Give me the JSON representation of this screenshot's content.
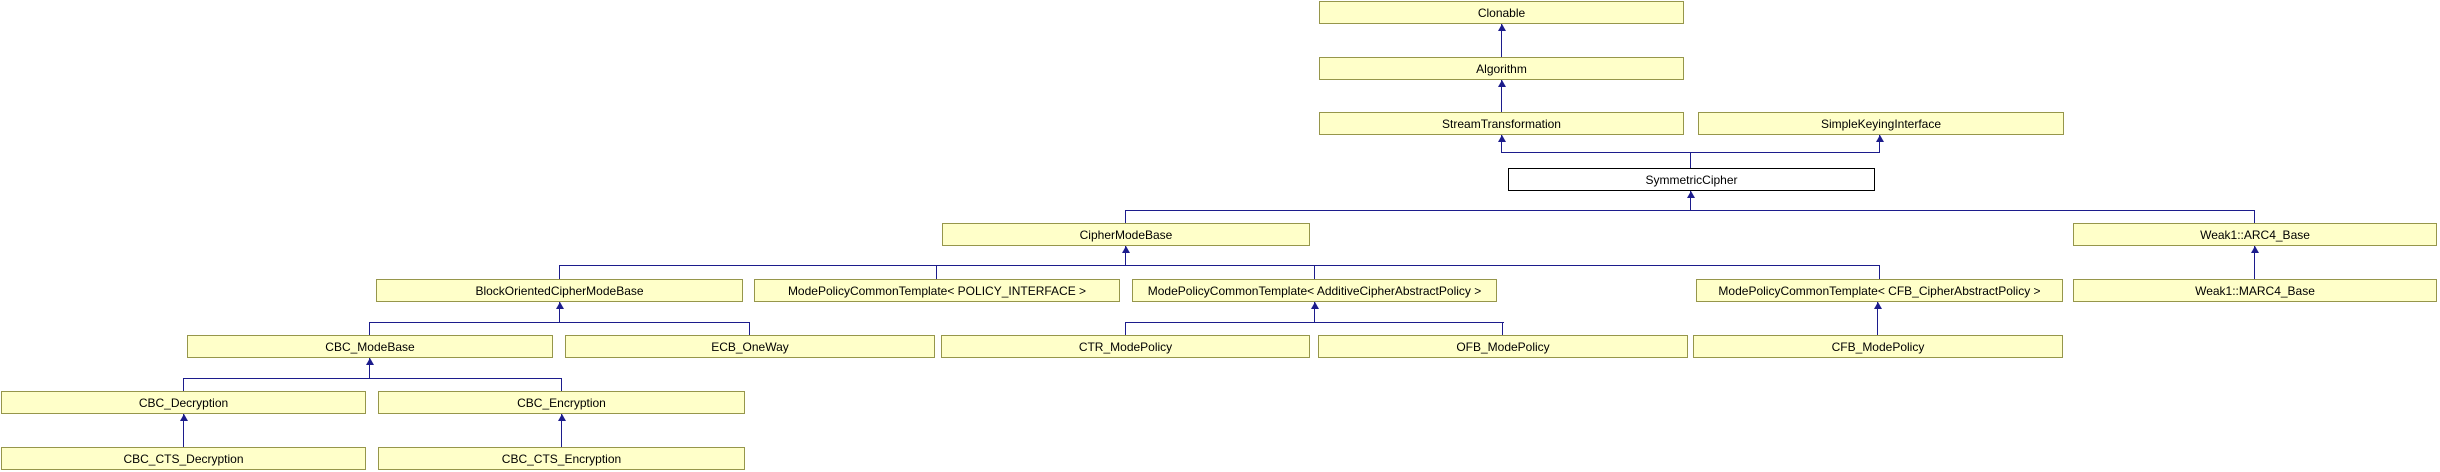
{
  "diagram": {
    "type": "class-inheritance-diagram",
    "colors": {
      "node_fill": "#ffffc9",
      "node_border": "#96964b",
      "highlight_node_fill": "#ffffff",
      "highlight_node_border": "#000000",
      "edge": "#1c1c8c",
      "text": "#000000",
      "background": "#ffffff"
    },
    "nodes": [
      {
        "id": "clonable",
        "label": "Clonable"
      },
      {
        "id": "algorithm",
        "label": "Algorithm"
      },
      {
        "id": "stream_transformation",
        "label": "StreamTransformation"
      },
      {
        "id": "simple_keying_interface",
        "label": "SimpleKeyingInterface"
      },
      {
        "id": "symmetric_cipher",
        "label": "SymmetricCipher"
      },
      {
        "id": "cipher_mode_base",
        "label": "CipherModeBase"
      },
      {
        "id": "weak1_arc4_base",
        "label": "Weak1::ARC4_Base"
      },
      {
        "id": "block_oriented_cipher_mode_base",
        "label": "BlockOrientedCipherModeBase"
      },
      {
        "id": "mpct_policy_interface",
        "label": "ModePolicyCommonTemplate< POLICY_INTERFACE >"
      },
      {
        "id": "mpct_additive_cipher_abstract_policy",
        "label": "ModePolicyCommonTemplate< AdditiveCipherAbstractPolicy >"
      },
      {
        "id": "mpct_cfb_cipher_abstract_policy",
        "label": "ModePolicyCommonTemplate< CFB_CipherAbstractPolicy >"
      },
      {
        "id": "weak1_marc4_base",
        "label": "Weak1::MARC4_Base"
      },
      {
        "id": "cbc_mode_base",
        "label": "CBC_ModeBase"
      },
      {
        "id": "ecb_oneway",
        "label": "ECB_OneWay"
      },
      {
        "id": "ctr_mode_policy",
        "label": "CTR_ModePolicy"
      },
      {
        "id": "ofb_mode_policy",
        "label": "OFB_ModePolicy"
      },
      {
        "id": "cfb_mode_policy",
        "label": "CFB_ModePolicy"
      },
      {
        "id": "cbc_decryption",
        "label": "CBC_Decryption"
      },
      {
        "id": "cbc_encryption",
        "label": "CBC_Encryption"
      },
      {
        "id": "cbc_cts_decryption",
        "label": "CBC_CTS_Decryption"
      },
      {
        "id": "cbc_cts_encryption",
        "label": "CBC_CTS_Encryption"
      }
    ],
    "edges": [
      {
        "from": "algorithm",
        "to": "clonable"
      },
      {
        "from": "stream_transformation",
        "to": "algorithm"
      },
      {
        "from": "symmetric_cipher",
        "to": "stream_transformation"
      },
      {
        "from": "symmetric_cipher",
        "to": "simple_keying_interface"
      },
      {
        "from": "cipher_mode_base",
        "to": "symmetric_cipher"
      },
      {
        "from": "weak1_arc4_base",
        "to": "symmetric_cipher"
      },
      {
        "from": "block_oriented_cipher_mode_base",
        "to": "cipher_mode_base"
      },
      {
        "from": "mpct_policy_interface",
        "to": "cipher_mode_base"
      },
      {
        "from": "mpct_additive_cipher_abstract_policy",
        "to": "cipher_mode_base"
      },
      {
        "from": "mpct_cfb_cipher_abstract_policy",
        "to": "cipher_mode_base"
      },
      {
        "from": "weak1_marc4_base",
        "to": "weak1_arc4_base"
      },
      {
        "from": "cbc_mode_base",
        "to": "block_oriented_cipher_mode_base"
      },
      {
        "from": "ecb_oneway",
        "to": "block_oriented_cipher_mode_base"
      },
      {
        "from": "ctr_mode_policy",
        "to": "mpct_additive_cipher_abstract_policy"
      },
      {
        "from": "ofb_mode_policy",
        "to": "mpct_additive_cipher_abstract_policy"
      },
      {
        "from": "cfb_mode_policy",
        "to": "mpct_cfb_cipher_abstract_policy"
      },
      {
        "from": "cbc_decryption",
        "to": "cbc_mode_base"
      },
      {
        "from": "cbc_encryption",
        "to": "cbc_mode_base"
      },
      {
        "from": "cbc_cts_decryption",
        "to": "cbc_decryption"
      },
      {
        "from": "cbc_cts_encryption",
        "to": "cbc_encryption"
      }
    ]
  }
}
